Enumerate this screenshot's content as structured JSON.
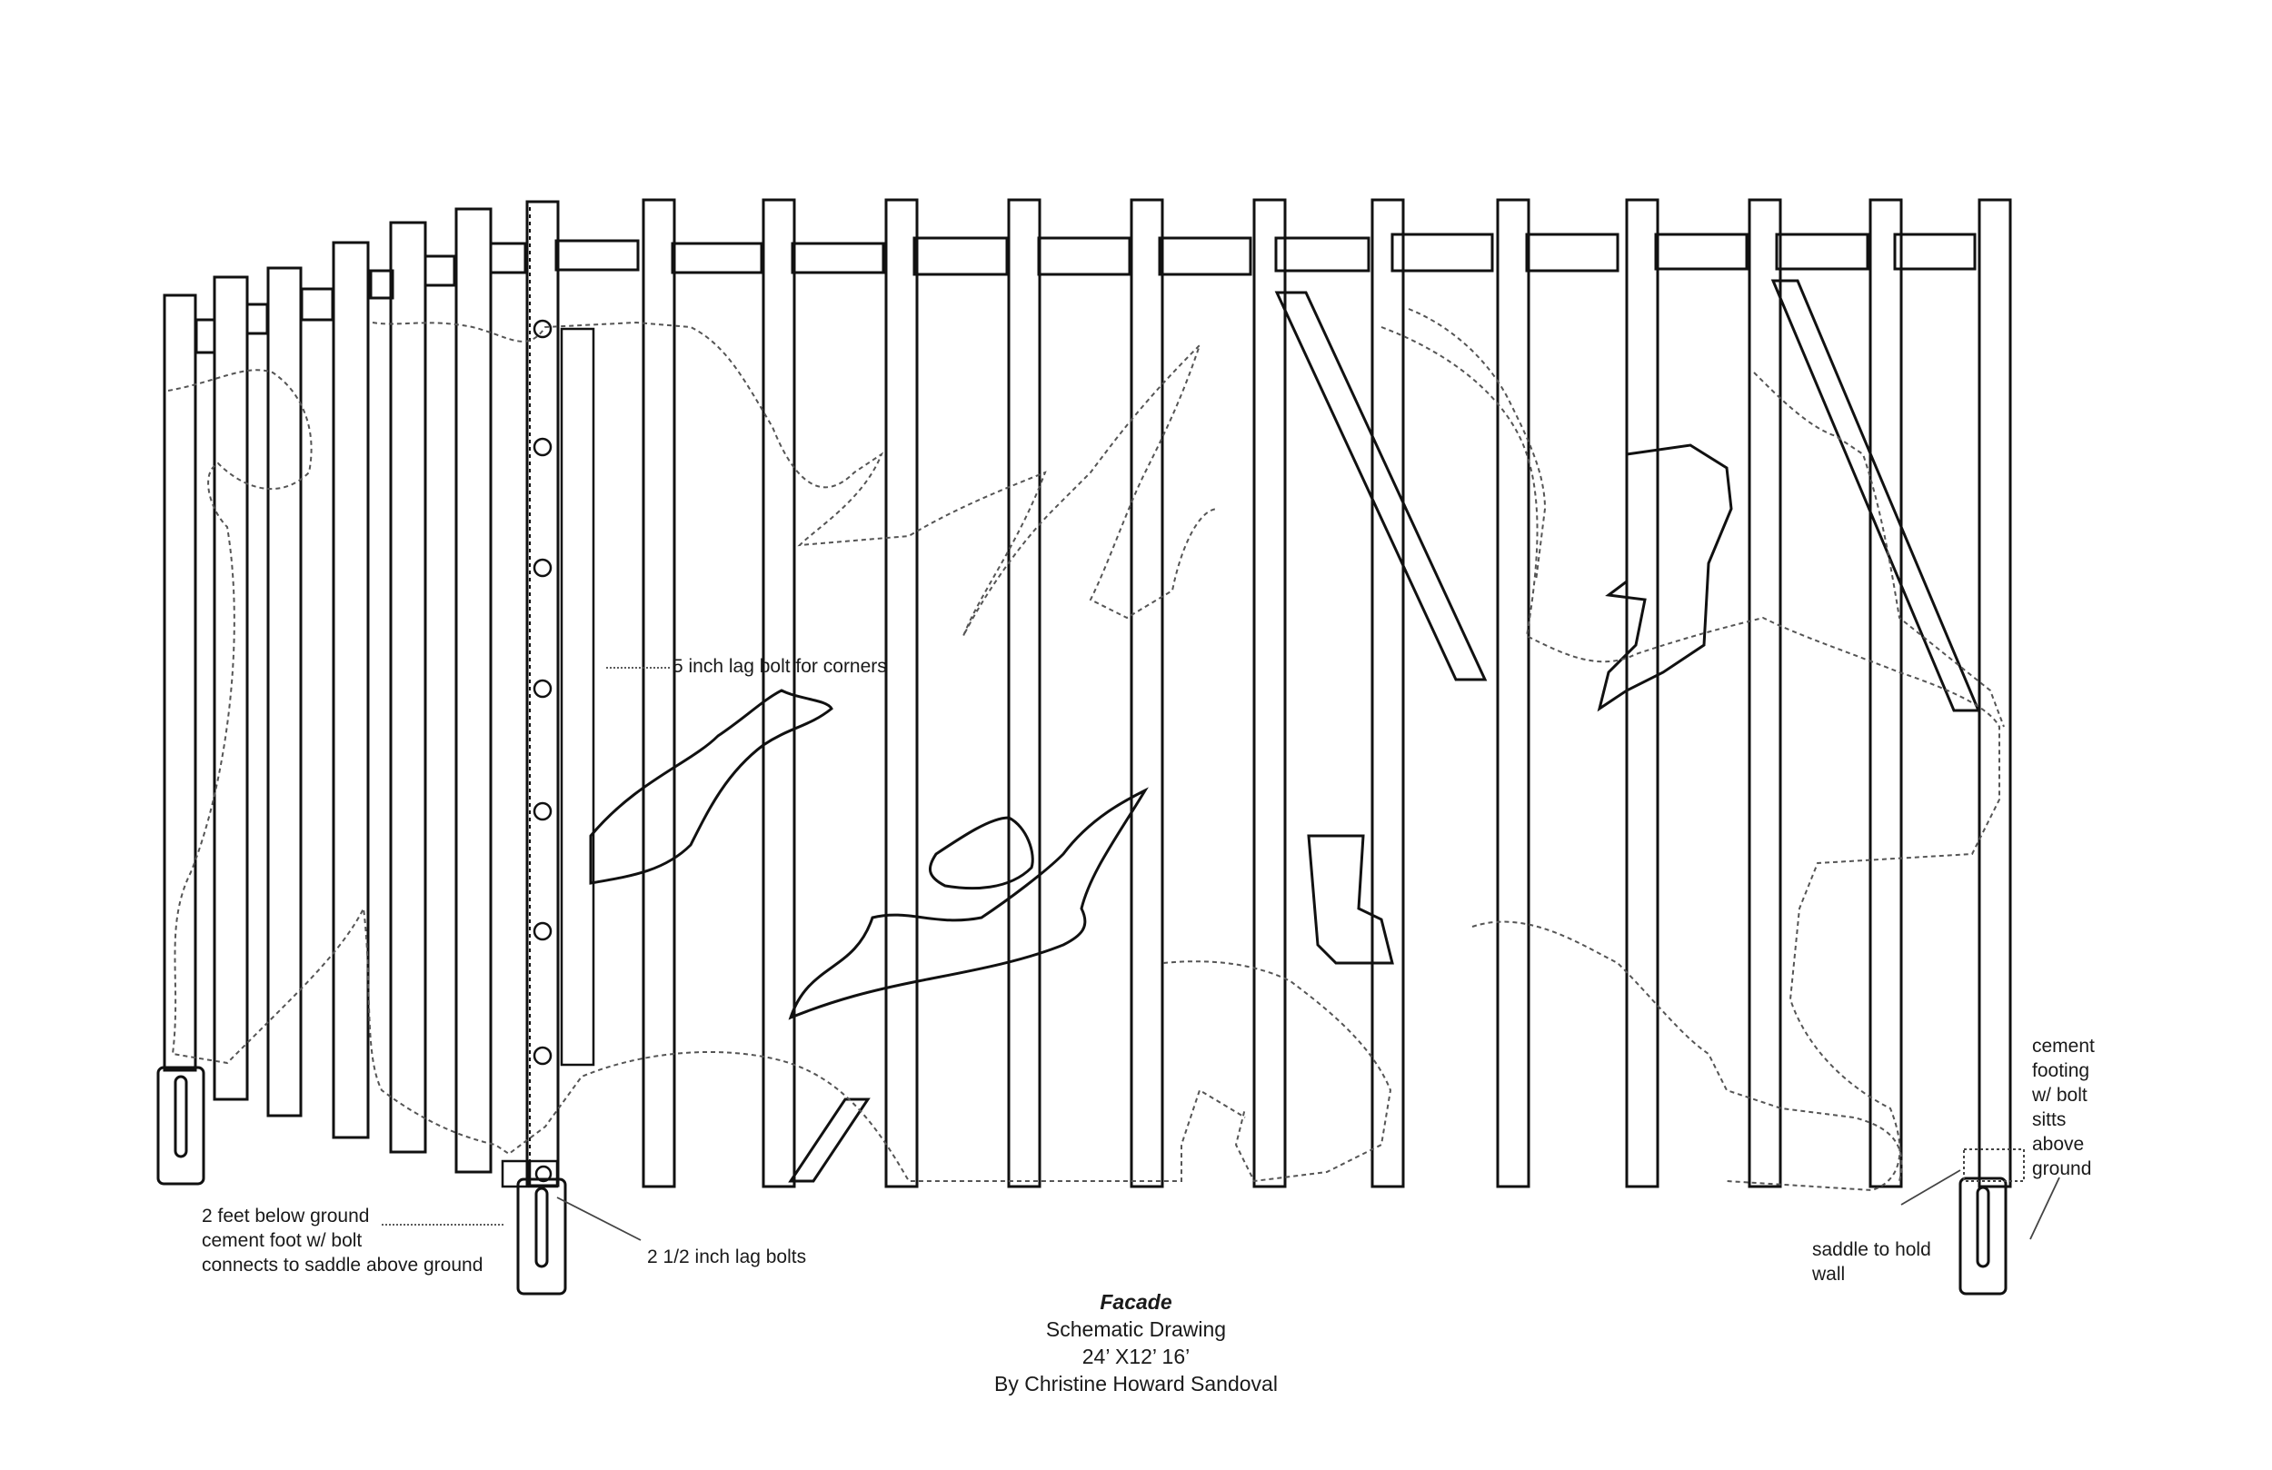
{
  "annotations": {
    "lag_bolt_corners": "5 inch lag bolt for corners",
    "below_ground": [
      "2 feet below ground",
      "cement foot w/ bolt",
      "connects to saddle above ground"
    ],
    "lag_bolts_small": "2 1/2 inch lag bolts",
    "cement_footing": [
      "cement",
      "footing",
      "w/ bolt",
      "sitts",
      "above",
      "ground"
    ],
    "saddle": [
      "saddle to hold",
      "wall"
    ]
  },
  "caption": {
    "title": "Facade",
    "subtitle": "Schematic Drawing",
    "dimensions": "24’ X12’ 16’",
    "author": "By Christine Howard Sandoval"
  },
  "colors": {
    "line": "#111111",
    "dotted": "#555555"
  }
}
